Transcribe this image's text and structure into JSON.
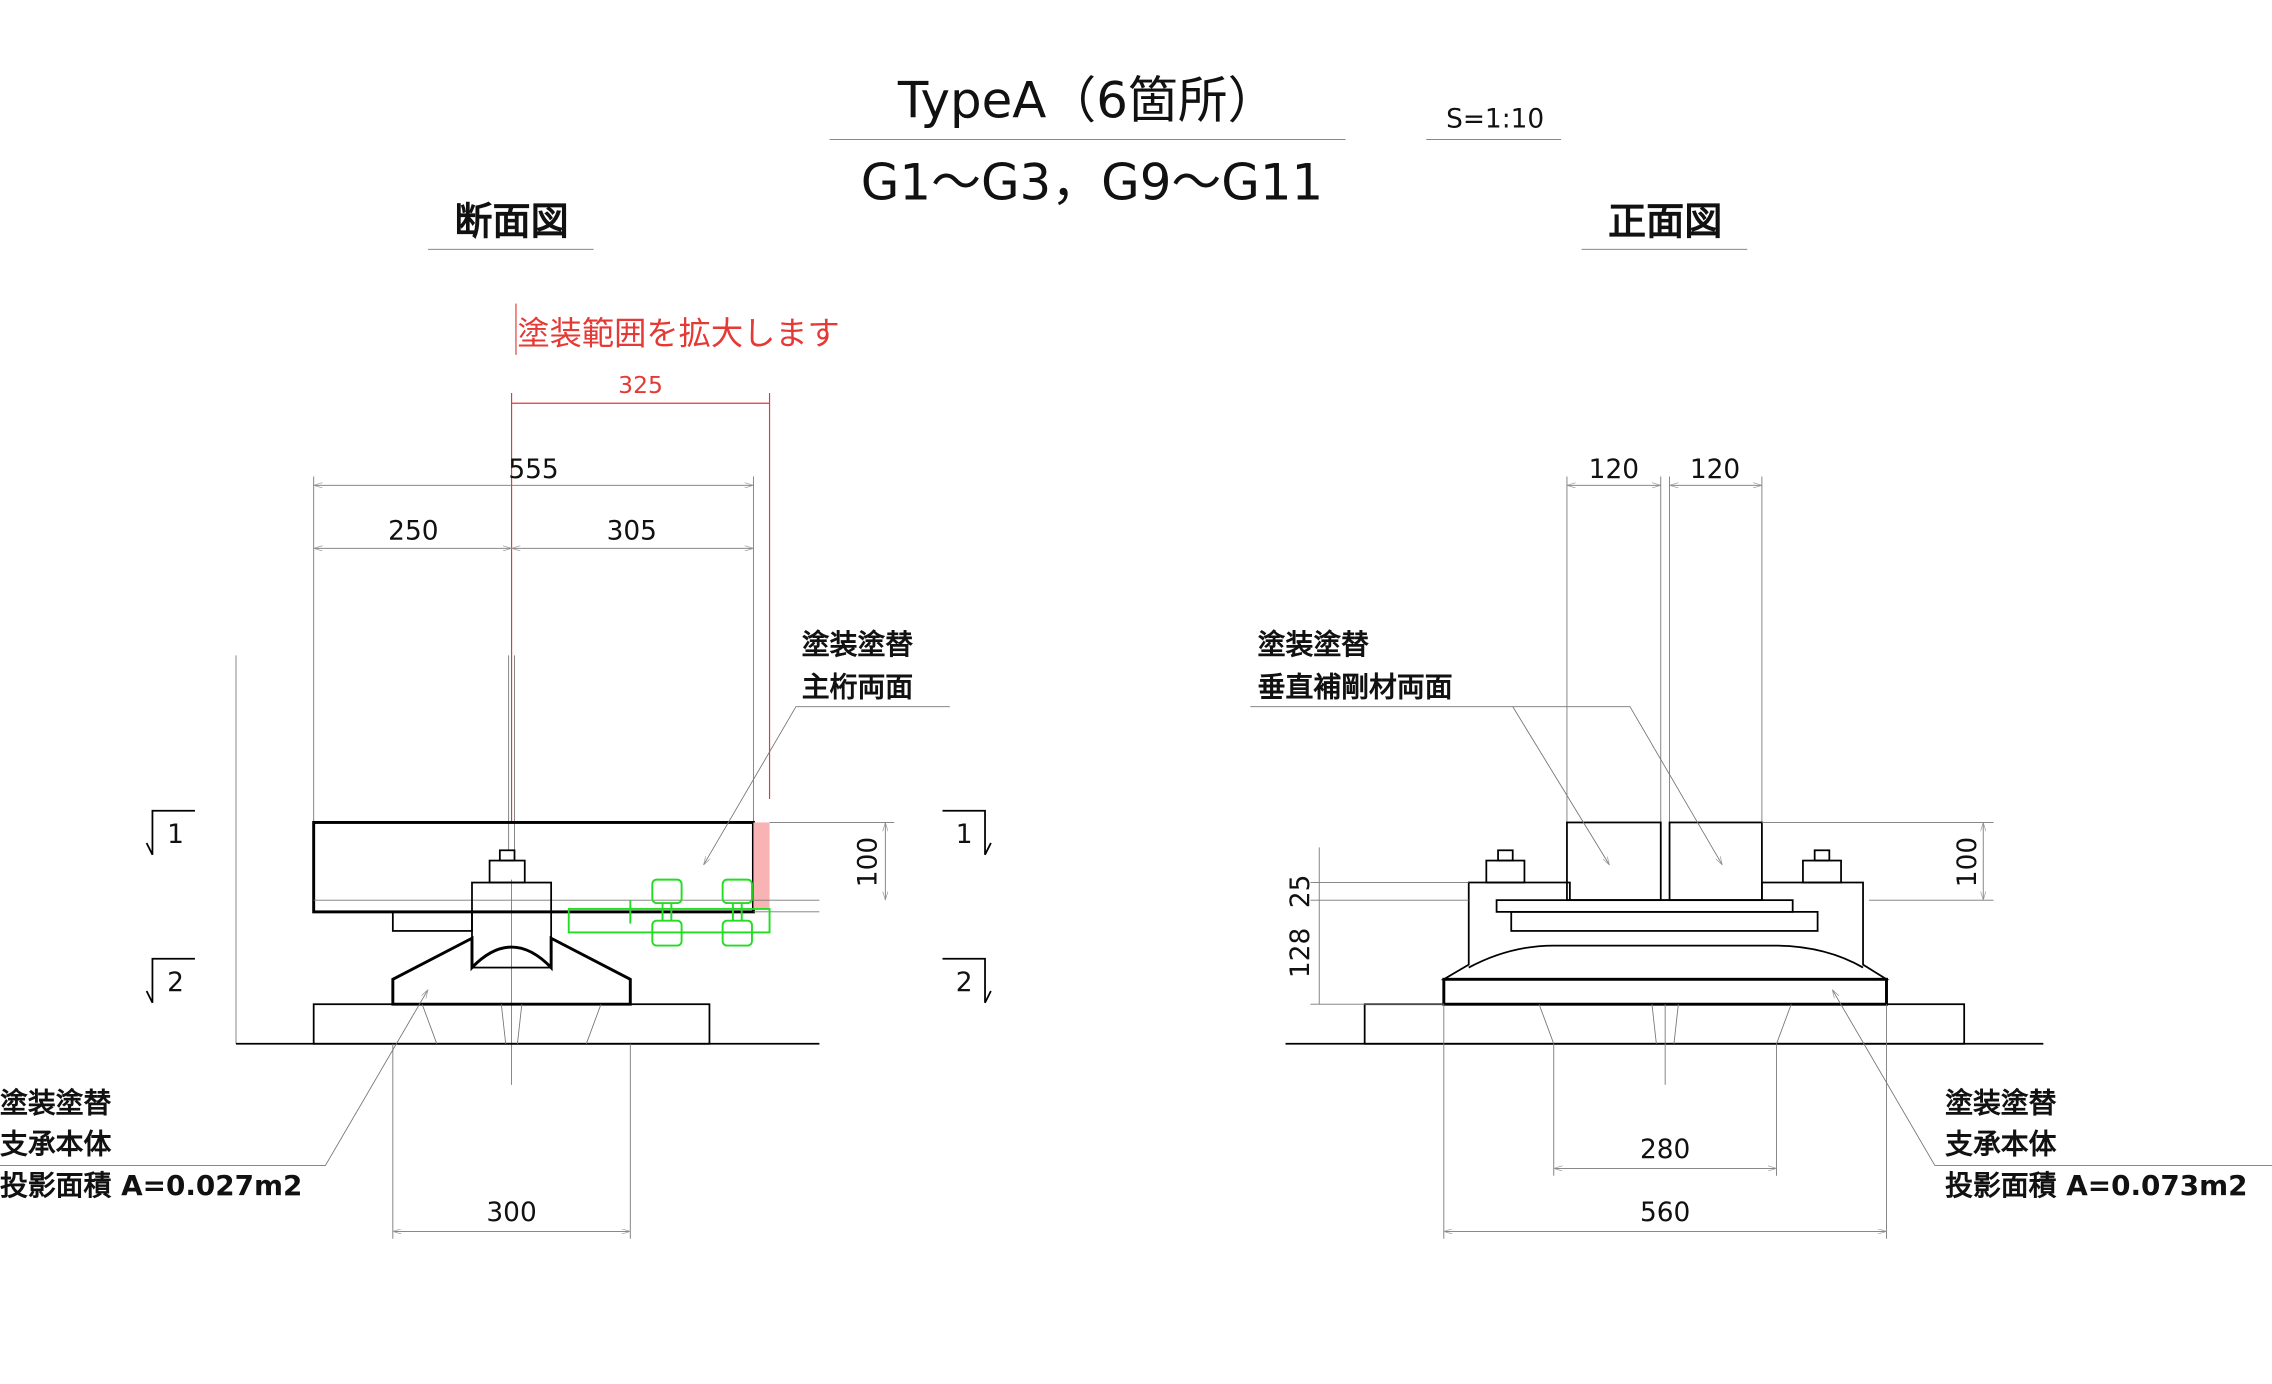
{
  "title": {
    "line1": "TypeA（6箇所）",
    "line2": "G1～G3，G9～G11",
    "scale": "S=1:10"
  },
  "views": {
    "section": "断面図",
    "front": "正面図"
  },
  "note": {
    "text": "塗装範囲を拡大します",
    "dim": "325"
  },
  "section": {
    "dims": {
      "total": "555",
      "left": "250",
      "right": "305",
      "height": "100",
      "base": "300"
    },
    "markers": {
      "m1": "1",
      "m2": "2"
    },
    "leader_girder": {
      "line1": "塗装塗替",
      "line2": "主桁両面"
    },
    "leader_bearing": {
      "line1": "塗装塗替",
      "line2": "支承本体",
      "line3": "投影面積 A=0.027m2"
    }
  },
  "front": {
    "dims": {
      "w1": "120",
      "w2": "120",
      "height": "100",
      "h25": "25",
      "h128": "128",
      "inner": "280",
      "base": "560"
    },
    "leader_stiffener": {
      "line1": "塗装塗替",
      "line2": "垂直補剛材両面"
    },
    "leader_bearing": {
      "line1": "塗装塗替",
      "line2": "支承本体",
      "line3": "投影面積 A=0.073m2"
    }
  },
  "colors": {
    "highlight": "#e53935",
    "pink": "#f8b4b4",
    "bolt": "#22dd22"
  }
}
